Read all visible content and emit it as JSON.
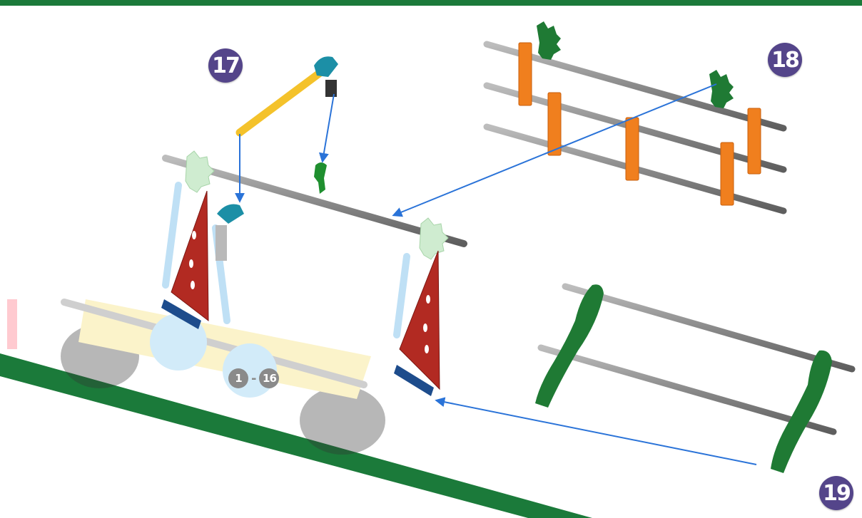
{
  "steps": [
    {
      "number": "17"
    },
    {
      "number": "18"
    },
    {
      "number": "19"
    }
  ],
  "previous_steps": {
    "from": "1",
    "separator": "-",
    "to": "16"
  },
  "colors": {
    "header_green": "#1b7a3a",
    "step_badge": "#54458a",
    "arrow_blue": "#2a73d8",
    "rod_gray": "#8e8e8e",
    "connector_green": "#1f7a34",
    "connector_orange": "#f07f1e",
    "panel_red": "#b22a22",
    "rod_yellow": "#f4c22b",
    "clip_teal": "#1c8fa6"
  },
  "icons": [
    "step-badge-icon",
    "arrow-icon",
    "rod-icon",
    "connector-icon"
  ]
}
